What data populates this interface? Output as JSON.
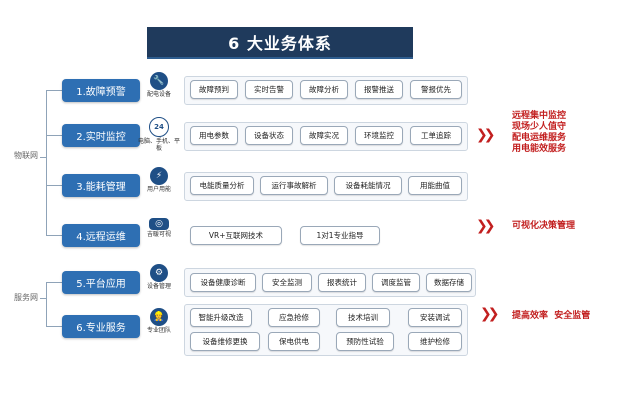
{
  "title": "6 大业务体系",
  "sections": {
    "iot": "物联网",
    "service": "服务网"
  },
  "categories": [
    {
      "label": "1.故障预警",
      "icon": "wrench-icon",
      "icon_label": "配电设备",
      "items": [
        "故障预判",
        "实时告警",
        "故障分析",
        "报警推送",
        "警报优先"
      ]
    },
    {
      "label": "2.实时监控",
      "icon": "clock-24-icon",
      "icon_label": "电脑、手机、平板",
      "items": [
        "用电参数",
        "设备状态",
        "故障实况",
        "环境监控",
        "工单追踪"
      ]
    },
    {
      "label": "3.能耗管理",
      "icon": "lightning-icon",
      "icon_label": "用户用能",
      "items": [
        "电能质量分析",
        "运行事故解析",
        "设备耗能情况",
        "用能曲值"
      ]
    },
    {
      "label": "4.远程运维",
      "icon": "vr-headset-icon",
      "icon_label": "吉暖可视",
      "items": [
        "VR+互联网技术",
        "1对1专业指导"
      ]
    },
    {
      "label": "5.平台应用",
      "icon": "gear-icon",
      "icon_label": "设备管理",
      "items": [
        "设备健康诊断",
        "安全监测",
        "报表统计",
        "调度监管",
        "数据存储"
      ]
    },
    {
      "label": "6.专业服务",
      "icon": "worker-icon",
      "icon_label": "专业团队",
      "items": [
        "智能升级改造",
        "应急抢修",
        "技术培训",
        "安装调试",
        "设备维修更换",
        "保电供电",
        "预防性试验",
        "维护检修"
      ]
    }
  ],
  "callouts": {
    "monitor": [
      "远程集中监控",
      "现场少人值守",
      "配电运维服务",
      "用电能效服务"
    ],
    "remote": "可视化决策管理",
    "service": "提高效率  安全监管"
  }
}
